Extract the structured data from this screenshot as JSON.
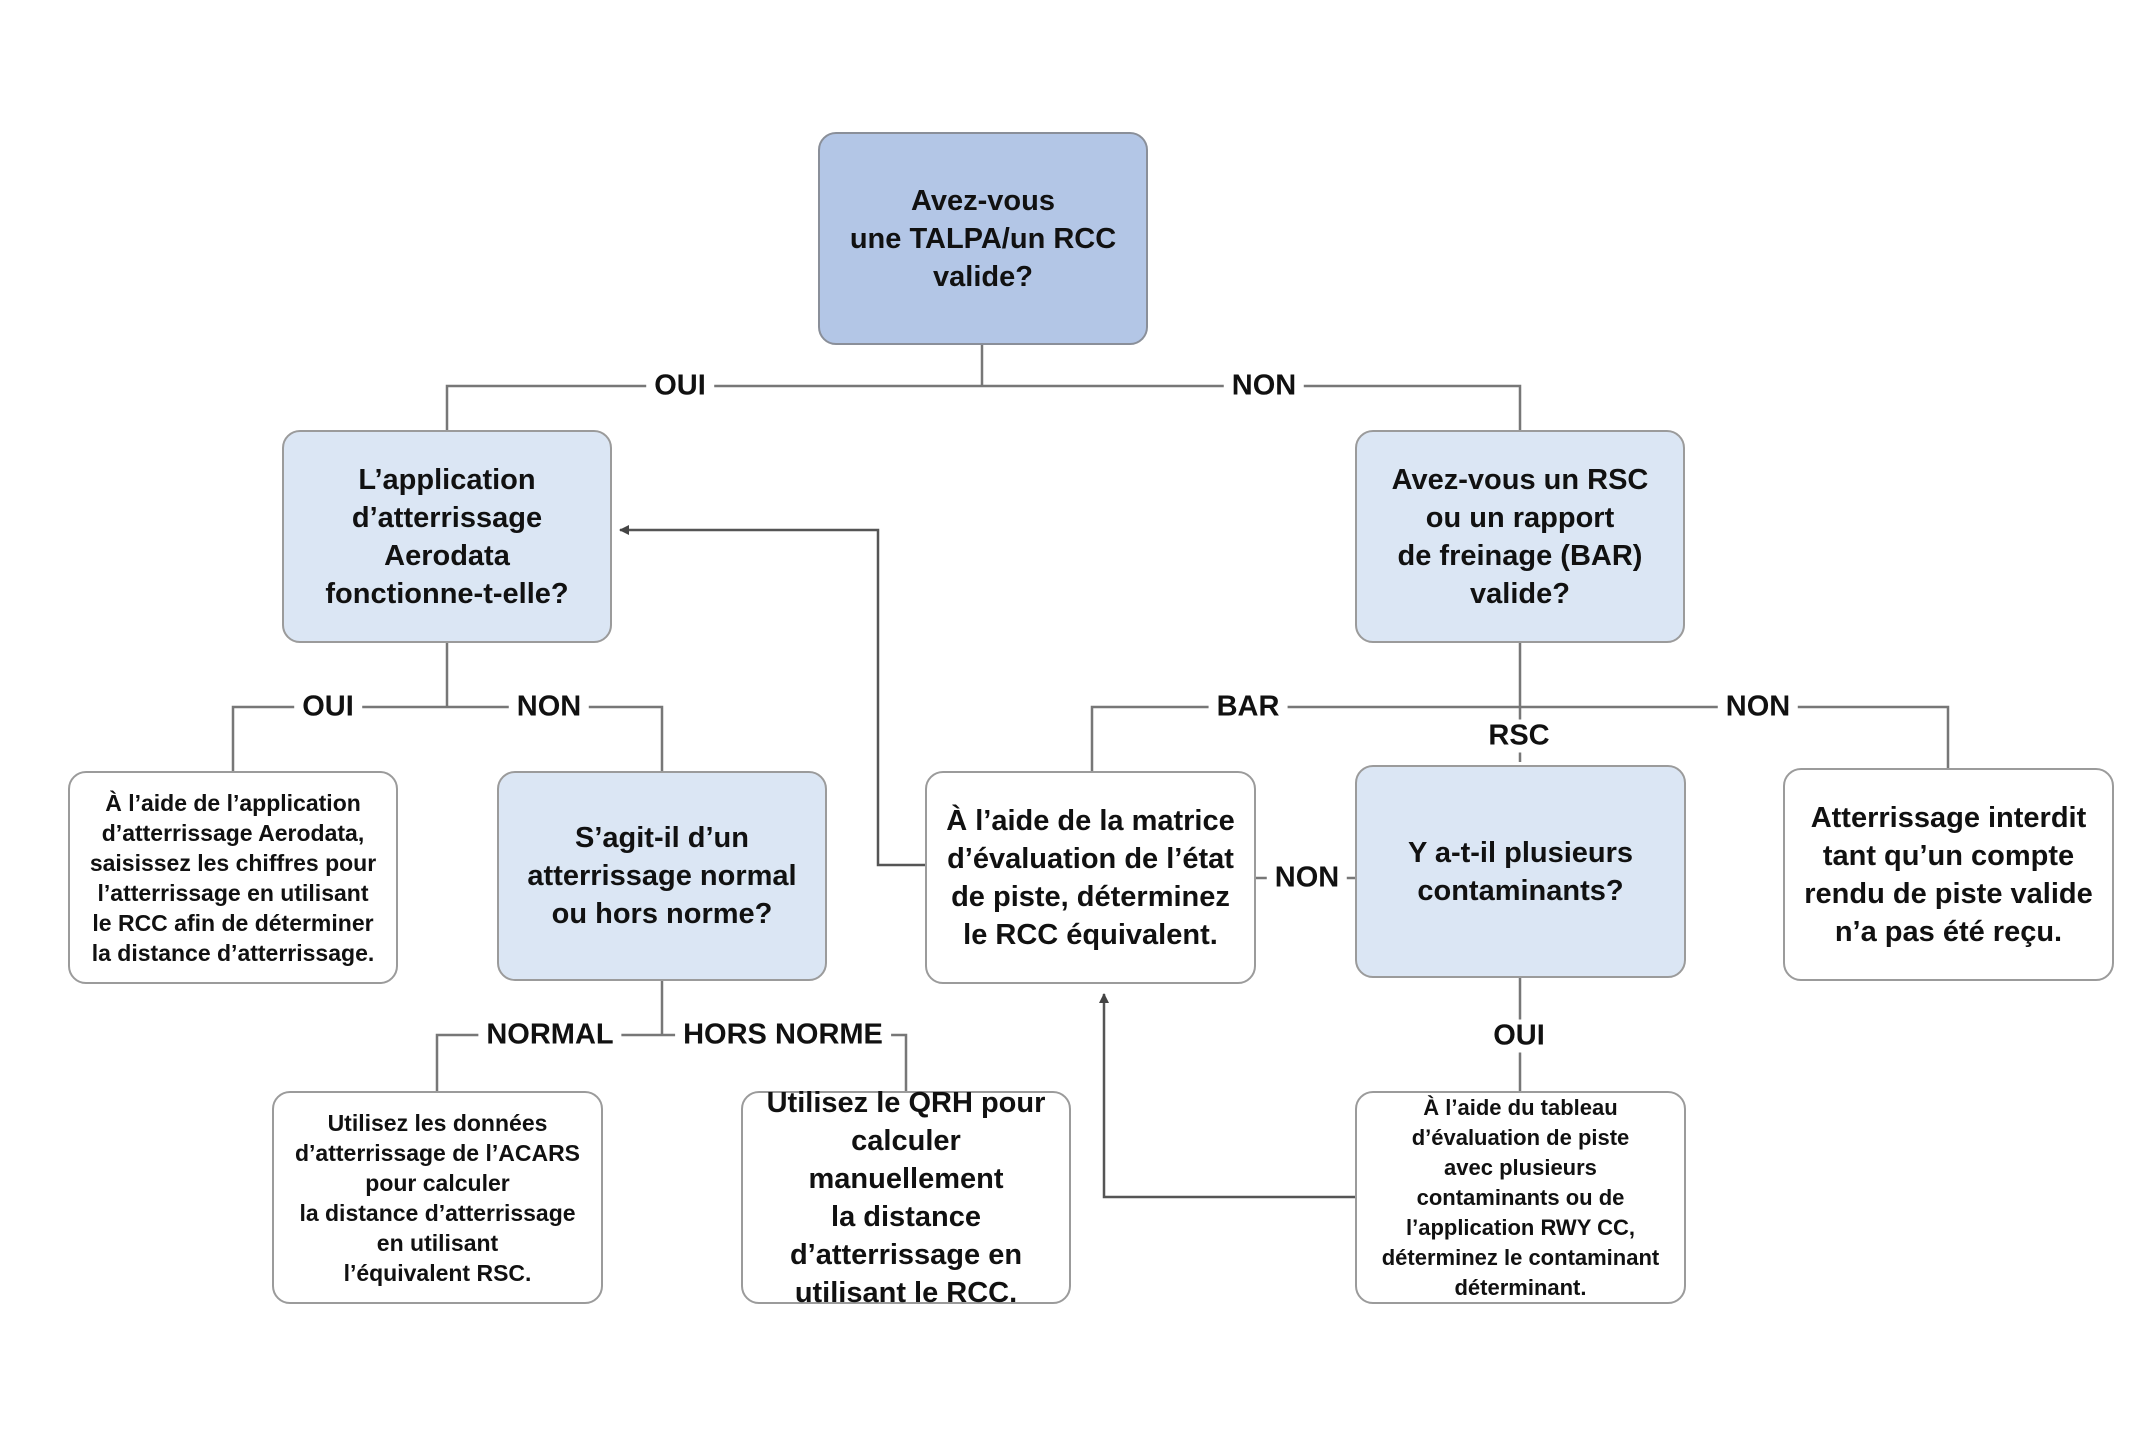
{
  "nodes": {
    "q_talpa": "Avez-vous\nune TALPA/un RCC\nvalide?",
    "q_aerodata": "L’application\nd’atterrissage\nAerodata\nfonctionne-t-elle?",
    "q_rsc": "Avez-vous un RSC\nou un rapport\nde freinage (BAR)\nvalide?",
    "a_aerodata": "À l’aide de l’application\nd’atterrissage Aerodata,\nsaisissez les chiffres pour\nl’atterrissage en utilisant\nle RCC afin de déterminer\nla distance d’atterrissage.",
    "q_normal": "S’agit-il d’un\natterrissage normal\nou hors norme?",
    "a_matrice": "À l’aide de la matrice\nd’évaluation de l’état\nde piste, déterminez\nle RCC équivalent.",
    "q_contaminants": "Y a-t-il plusieurs\ncontaminants?",
    "a_interdit": "Atterrissage interdit\ntant qu’un compte\nrendu de piste valide\nn’a pas été reçu.",
    "a_acars": "Utilisez les données\nd’atterrissage de l’ACARS\npour calculer\nla distance d’atterrissage\nen utilisant\nl’équivalent RSC.",
    "a_qrh": "Utilisez le QRH pour\ncalculer manuellement\nla distance\nd’atterrissage en\nutilisant le RCC.",
    "a_tableau": "À l’aide du tableau\nd’évaluation de piste\navec plusieurs\ncontaminants ou de\nl’application RWY CC,\ndéterminez le contaminant\ndéterminant."
  },
  "edge_labels": {
    "talpa_oui": "OUI",
    "talpa_non": "NON",
    "aerodata_oui": "OUI",
    "aerodata_non": "NON",
    "rsc_bar": "BAR",
    "rsc_rsc": "RSC",
    "rsc_non": "NON",
    "contaminants_non": "NON",
    "contaminants_oui": "OUI",
    "normal_normal": "NORMAL",
    "normal_hors_norme": "HORS NORME"
  },
  "colors": {
    "main_question_fill": "#b3c6e6",
    "question_fill": "#dbe6f4",
    "answer_fill": "#ffffff",
    "border": "#9b9b9b",
    "connector": "#777777"
  }
}
